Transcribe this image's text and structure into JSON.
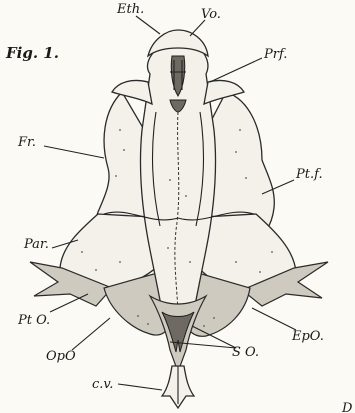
{
  "figure": {
    "label": "Fig. 1."
  },
  "labels": {
    "eth": "Eth.",
    "vo": "Vo.",
    "prf": "Prf.",
    "fr": "Fr.",
    "ptf": "Pt.f.",
    "par": "Par.",
    "pto": "Pt O.",
    "opo": "OpO",
    "so": "S O.",
    "epo": "EpO.",
    "cv": "c.v."
  },
  "corner_mark": "D"
}
